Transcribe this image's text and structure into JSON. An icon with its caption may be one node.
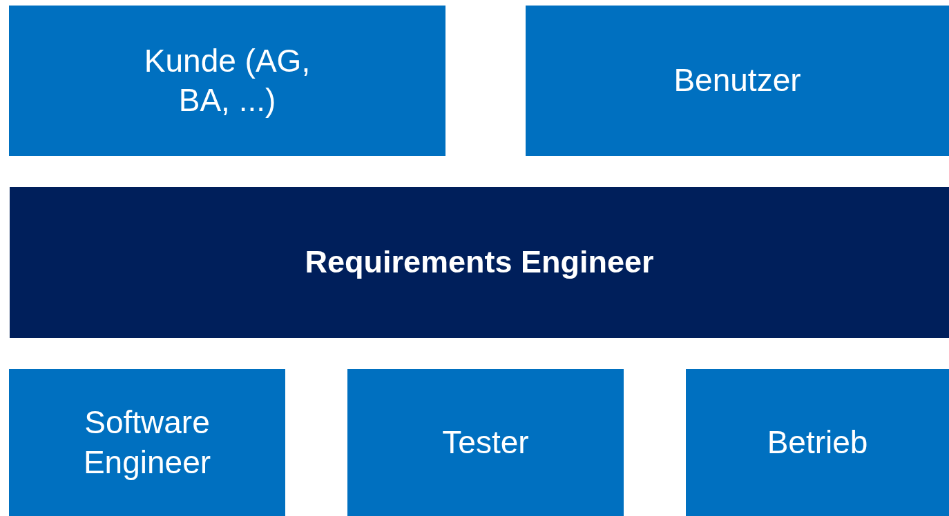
{
  "diagram": {
    "nodes": [
      {
        "text": [
          "Kunde (AG, BA, ...)"
        ]
      },
      {
        "text": [
          "Benutzer"
        ]
      },
      {
        "text": [
          "Requirements Engineer"
        ]
      },
      {
        "text": [
          "Software Engineer"
        ]
      },
      {
        "text": [
          "Tester"
        ]
      },
      {
        "text": [
          "Betrieb"
        ]
      }
    ]
  }
}
